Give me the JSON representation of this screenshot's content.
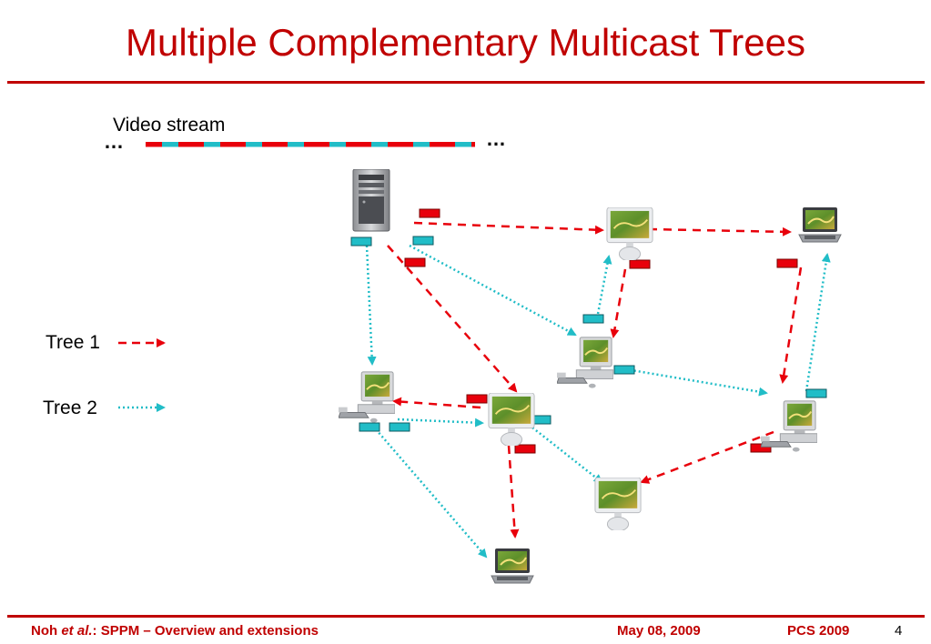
{
  "slide": {
    "title": "Multiple Complementary Multicast Trees",
    "video_stream_label": "Video stream",
    "stream_ellipsis_left": "…",
    "stream_ellipsis_right": "…"
  },
  "legend": {
    "tree1_label": "Tree 1",
    "tree2_label": "Tree 2"
  },
  "colors": {
    "tree1": "#e8000b",
    "tree2": "#21bdc7",
    "accent": "#c00000"
  },
  "footer": {
    "author": "Noh",
    "etal": "et al.",
    "rest": ": SPPM – Overview and extensions",
    "date": "May 08, 2009",
    "venue": "PCS 2009",
    "page": "4"
  },
  "icons": [
    "server-icon",
    "imac-icon",
    "desktop-pc-icon",
    "laptop-icon"
  ]
}
